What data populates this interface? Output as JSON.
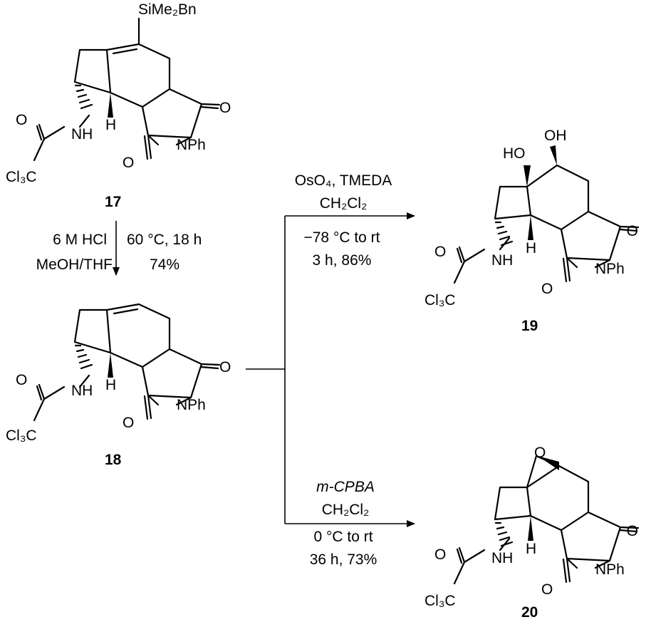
{
  "compounds": {
    "c17": {
      "number": "17",
      "silyl": "SiMe₂Bn",
      "nh": "NH",
      "h": "H",
      "o_amide": "O",
      "cl3c": "Cl₃C",
      "o_imide_top": "O",
      "o_imide_bot": "O",
      "nph": "NPh"
    },
    "c18": {
      "number": "18",
      "nh": "NH",
      "h": "H",
      "o_amide": "O",
      "cl3c": "Cl₃C",
      "o_imide_top": "O",
      "o_imide_bot": "O",
      "nph": "NPh"
    },
    "c19": {
      "number": "19",
      "ho": "HO",
      "oh": "OH",
      "nh": "NH",
      "h": "H",
      "o_amide": "O",
      "cl3c": "Cl₃C",
      "o_imide_top": "O",
      "o_imide_bot": "O",
      "nph": "NPh"
    },
    "c20": {
      "number": "20",
      "epoxide_o": "O",
      "nh": "NH",
      "h": "H",
      "o_amide": "O",
      "cl3c": "Cl₃C",
      "o_imide_top": "O",
      "o_imide_bot": "O",
      "nph": "NPh"
    }
  },
  "reactions": {
    "step1": {
      "left_line1": "6 M HCl",
      "left_line2": "MeOH/THF",
      "right_line1": "60 °C, 18 h",
      "right_line2": "74%"
    },
    "step2": {
      "above_line1": "OsO₄, TMEDA",
      "above_line2": "CH₂Cl₂",
      "below_line1": "−78 °C to rt",
      "below_line2": "3 h, 86%"
    },
    "step3": {
      "above_line1": "m-CPBA",
      "above_line2": "CH₂Cl₂",
      "below_line1": "0 °C to rt",
      "below_line2": "36 h, 73%"
    }
  }
}
